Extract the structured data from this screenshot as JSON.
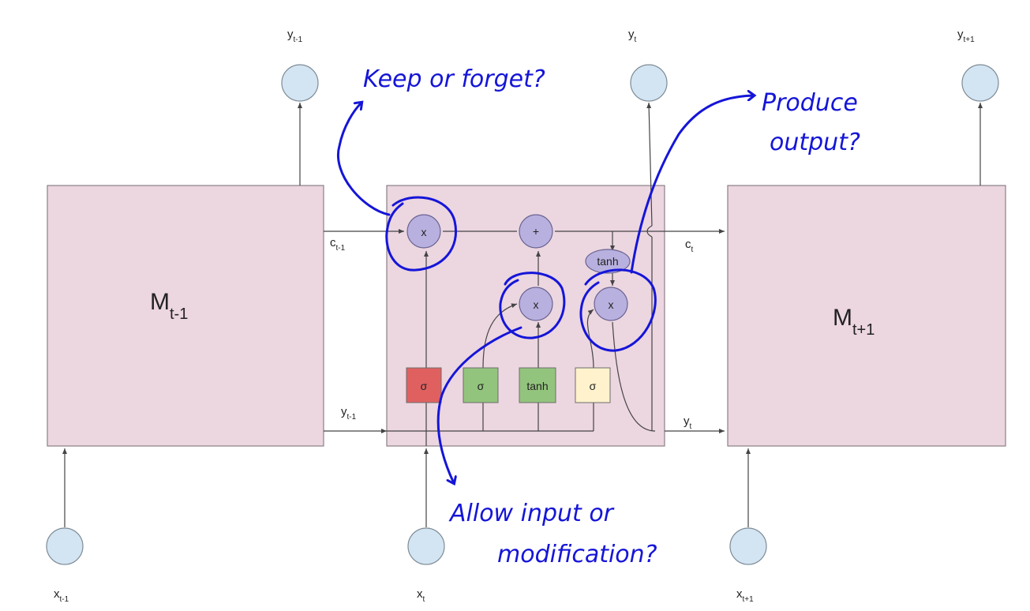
{
  "nodes": {
    "y_prev": {
      "main": "y",
      "sub": "t-1"
    },
    "y_curr": {
      "main": "y",
      "sub": "t"
    },
    "y_next": {
      "main": "y",
      "sub": "t+1"
    },
    "x_prev": {
      "main": "x",
      "sub": "t-1"
    },
    "x_curr": {
      "main": "x",
      "sub": "t"
    },
    "x_next": {
      "main": "x",
      "sub": "t+1"
    }
  },
  "blocks": {
    "prev": {
      "main": "M",
      "sub": "t-1"
    },
    "next": {
      "main": "M",
      "sub": "t+1"
    }
  },
  "wires": {
    "c_in": {
      "main": "c",
      "sub": "t-1"
    },
    "c_out": {
      "main": "c",
      "sub": "t"
    },
    "y_in": {
      "main": "y",
      "sub": "t-1"
    },
    "y_out": {
      "main": "y",
      "sub": "t"
    }
  },
  "ops": {
    "forget_mult": "x",
    "add": "+",
    "input_mult": "x",
    "output_mult": "x",
    "tanh": "tanh"
  },
  "gates": {
    "forget": "σ",
    "input": "σ",
    "candidate": "tanh",
    "output": "σ"
  },
  "gate_colors": {
    "forget": "#e06060",
    "input": "#93c47d",
    "candidate": "#93c47d",
    "output": "#fff2cc"
  },
  "annotations": {
    "keep": [
      "Keep or forget?"
    ],
    "produce": [
      "Produce",
      "output?"
    ],
    "allow": [
      "Allow input or",
      "modification?"
    ]
  }
}
